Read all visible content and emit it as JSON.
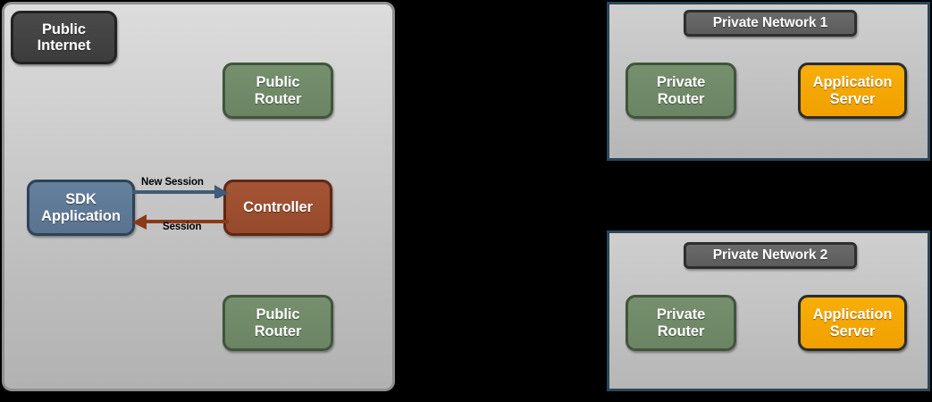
{
  "diagram": {
    "public_panel": {
      "name": "public-zone",
      "nodes": {
        "public_internet": "Public\nInternet",
        "public_router_top": "Public\nRouter",
        "public_router_bottom": "Public\nRouter",
        "sdk_application": "SDK\nApplication",
        "controller": "Controller"
      },
      "flows": [
        {
          "label": "New Session",
          "direction": "right",
          "from": "SDK Application",
          "to": "Controller",
          "color": "#3f5c78"
        },
        {
          "label": "Session",
          "direction": "left",
          "from": "Controller",
          "to": "SDK Application",
          "color": "#8a3a18"
        }
      ]
    },
    "private_networks": [
      {
        "title": "Private Network 1",
        "router": "Private\nRouter",
        "app_server": "Application\nServer"
      },
      {
        "title": "Private Network 2",
        "router": "Private\nRouter",
        "app_server": "Application\nServer"
      }
    ],
    "colors": {
      "background": "#000000",
      "public_panel_border": "#8f8f8f",
      "private_panel_border": "#2b4658",
      "internet_fill": "#3f3f3f",
      "router_green_fill": "#6f8a68",
      "sdk_blue_fill": "#5e7896",
      "controller_red_fill": "#9d4f30",
      "app_server_orange_fill": "#f4a406",
      "network_badge_fill": "#636363",
      "label_text": "#000000",
      "node_text": "#ffffff"
    }
  }
}
